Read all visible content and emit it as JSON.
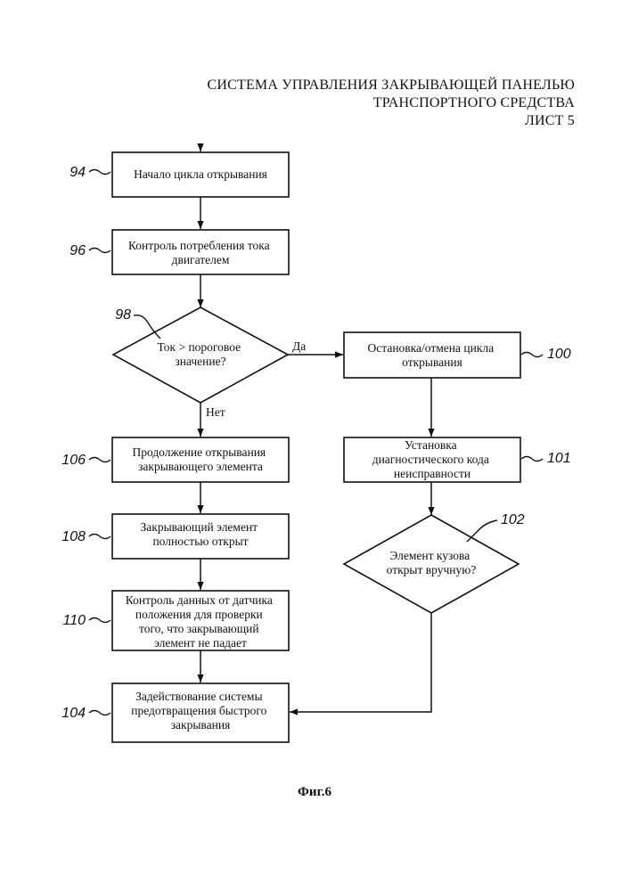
{
  "header": {
    "line1": "СИСТЕМА УПРАВЛЕНИЯ ЗАКРЫВАЮЩЕЙ ПАНЕЛЬЮ",
    "line2": "ТРАНСПОРТНОГО СРЕДСТВА",
    "line3": "ЛИСТ 5"
  },
  "nodes": {
    "n94": {
      "ref": "94",
      "lines": [
        "Начало цикла открывания"
      ]
    },
    "n96": {
      "ref": "96",
      "lines": [
        "Контроль потребления тока",
        "двигателем"
      ]
    },
    "n98": {
      "ref": "98",
      "lines": [
        "Ток > пороговое",
        "значение?"
      ]
    },
    "n100": {
      "ref": "100",
      "lines": [
        "Остановка/отмена цикла",
        "открывания"
      ]
    },
    "n101": {
      "ref": "101",
      "lines": [
        "Установка",
        "диагностического кода",
        "неисправности"
      ]
    },
    "n102": {
      "ref": "102",
      "lines": [
        "Элемент кузова",
        "открыт вручную?"
      ]
    },
    "n106": {
      "ref": "106",
      "lines": [
        "Продолжение открывания",
        "закрывающего элемента"
      ]
    },
    "n108": {
      "ref": "108",
      "lines": [
        "Закрывающий элемент",
        "полностью открыт"
      ]
    },
    "n110": {
      "ref": "110",
      "lines": [
        "Контроль данных от датчика",
        "положения для проверки",
        "того, что закрывающий",
        "элемент не падает"
      ]
    },
    "n104": {
      "ref": "104",
      "lines": [
        "Задействование системы",
        "предотвращения быстрого",
        "закрывания"
      ]
    }
  },
  "edge_labels": {
    "yes": "Да",
    "no": "Нет"
  },
  "caption": "Фиг.6"
}
